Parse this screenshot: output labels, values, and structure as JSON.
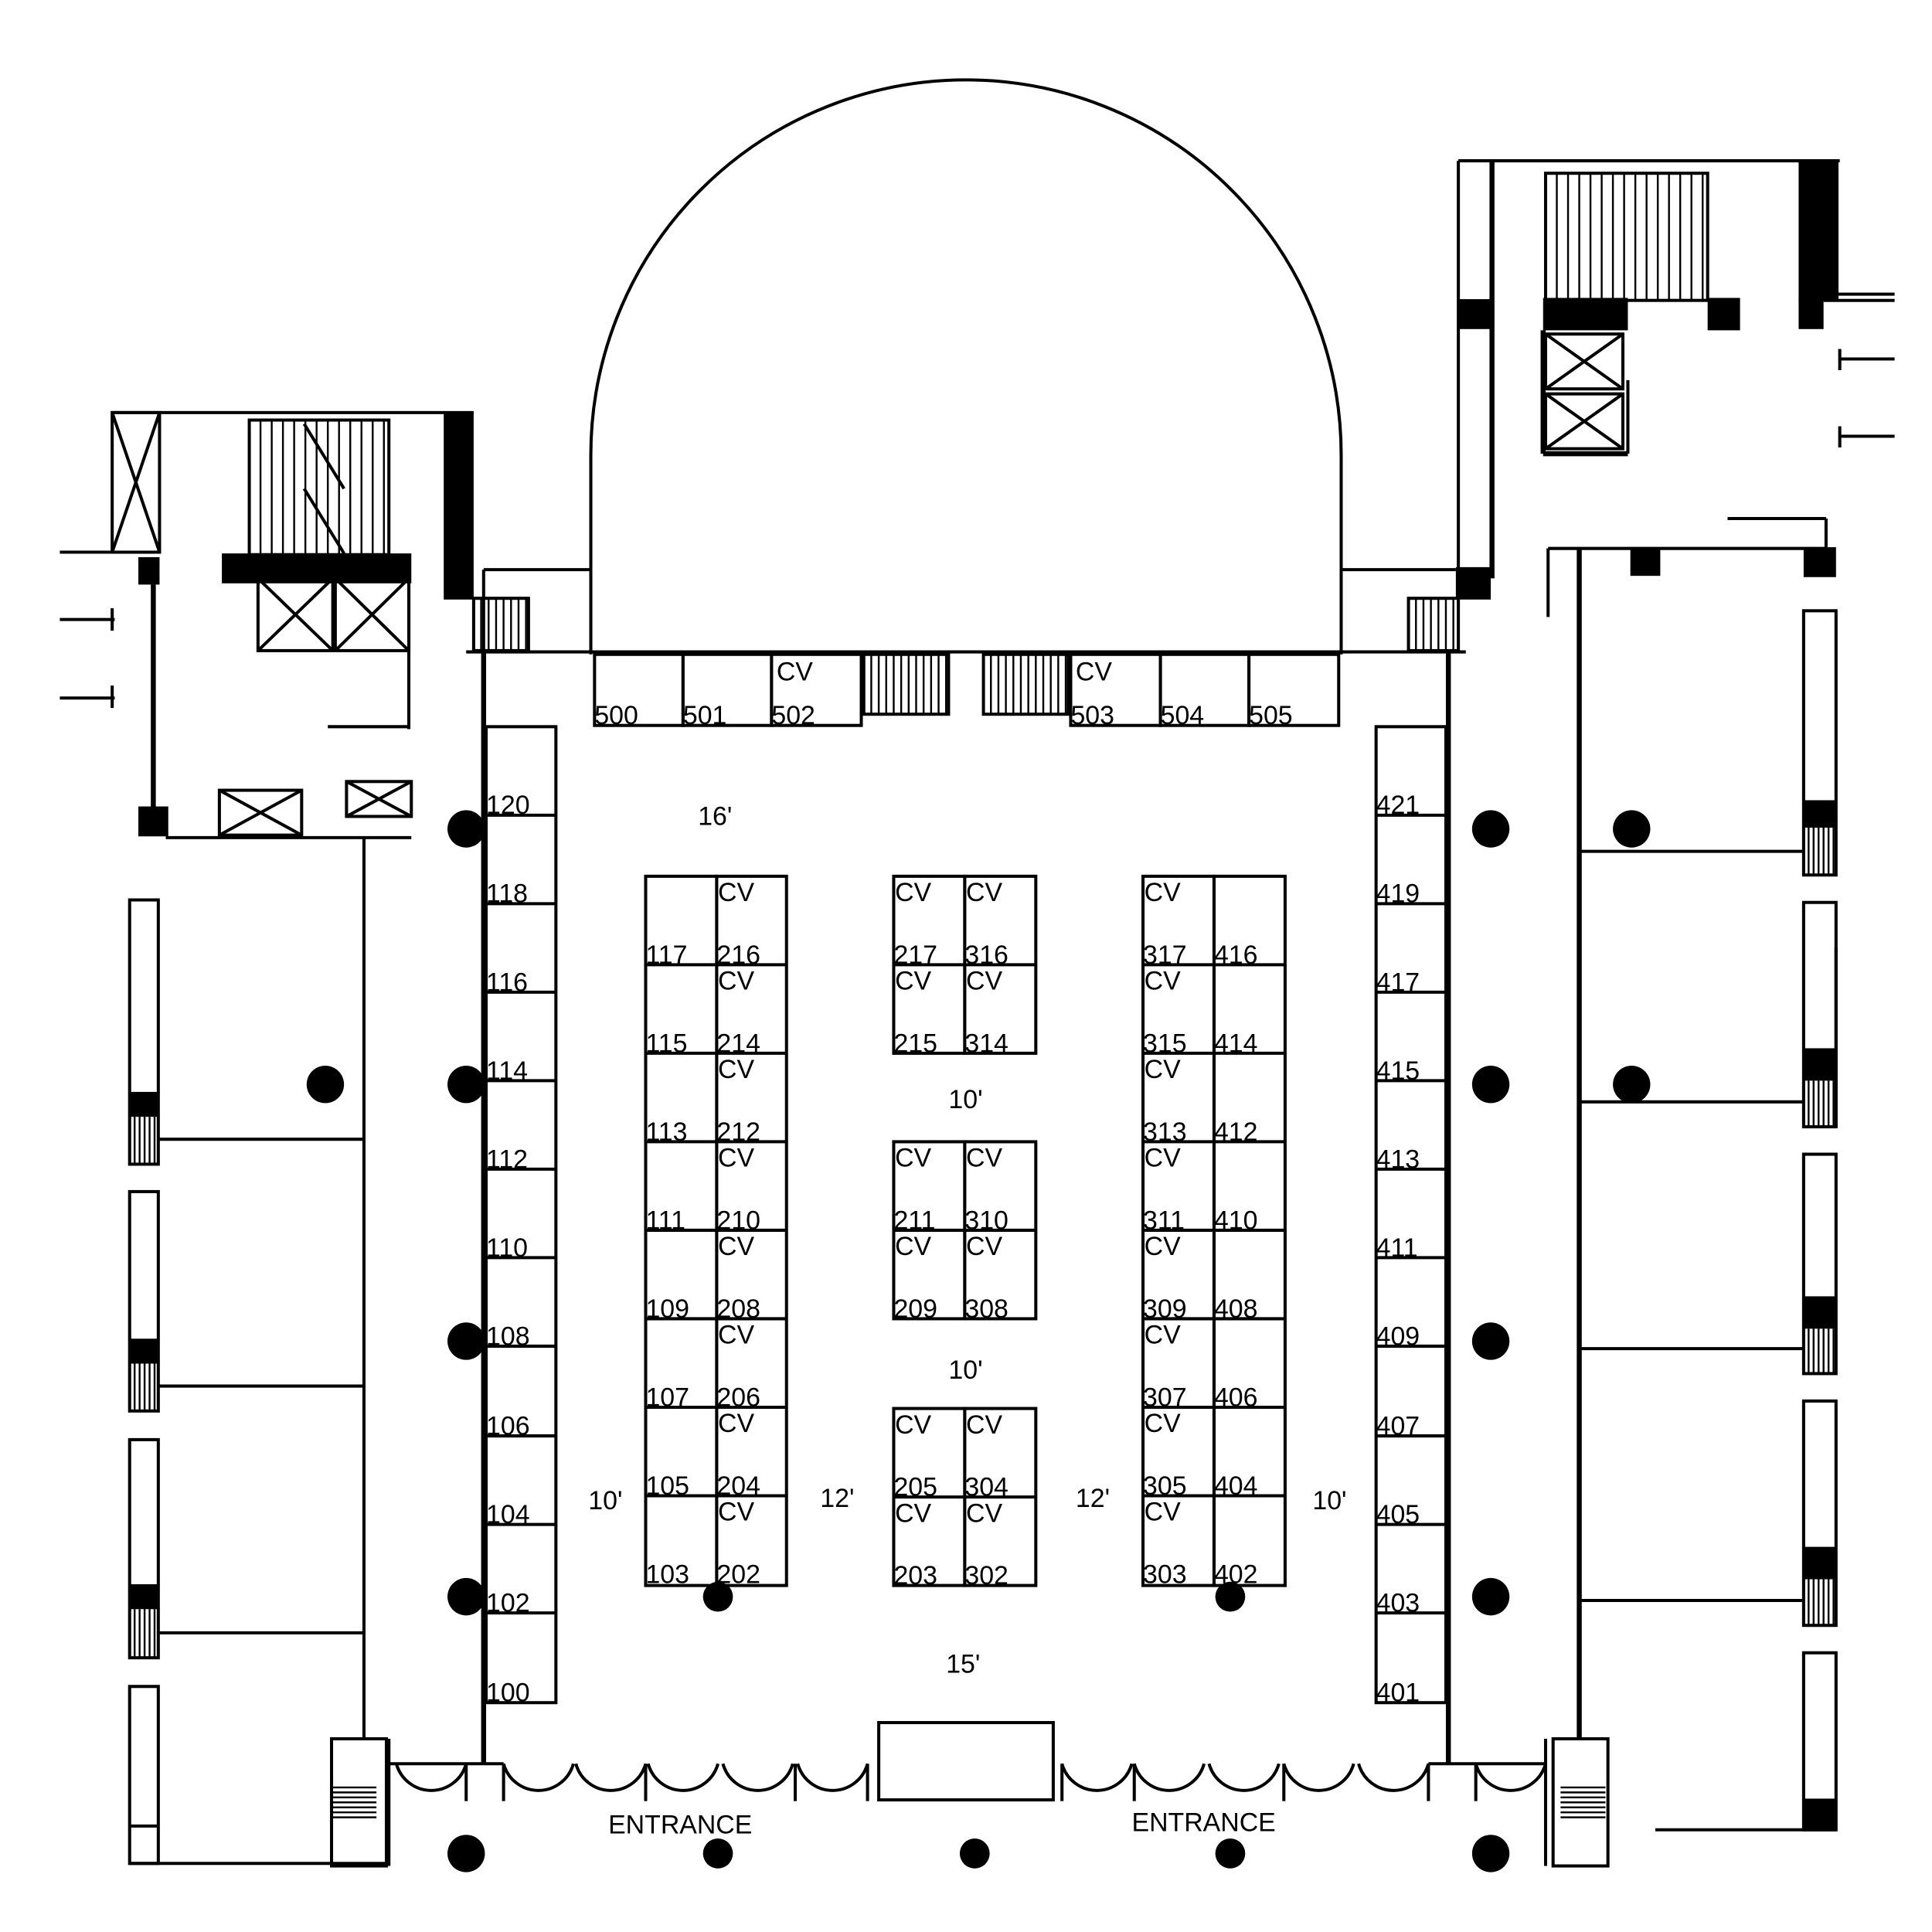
{
  "booth_labels": {
    "top_row": [
      "500",
      "501",
      "502",
      "503",
      "504",
      "505"
    ],
    "left_wall": [
      "120",
      "118",
      "116",
      "114",
      "112",
      "110",
      "108",
      "106",
      "104",
      "102",
      "100"
    ],
    "right_wall": [
      "421",
      "419",
      "417",
      "415",
      "413",
      "411",
      "409",
      "407",
      "405",
      "403",
      "401"
    ],
    "block_a_left": [
      "117",
      "115",
      "113",
      "111",
      "109",
      "107",
      "105",
      "103"
    ],
    "block_a_right": [
      "216",
      "214",
      "212",
      "210",
      "208",
      "206",
      "204",
      "202"
    ],
    "block_b_top_left": [
      "217",
      "215"
    ],
    "block_b_top_right": [
      "316",
      "314"
    ],
    "block_b_mid_left": [
      "211",
      "209"
    ],
    "block_b_mid_right": [
      "310",
      "308"
    ],
    "block_b_bottom_left": [
      "205",
      "203"
    ],
    "block_b_bottom_right": [
      "304",
      "302"
    ],
    "block_c_left": [
      "317",
      "315",
      "313",
      "311",
      "309",
      "307",
      "305",
      "303"
    ],
    "block_c_right": [
      "416",
      "414",
      "412",
      "410",
      "408",
      "406",
      "404",
      "402"
    ]
  },
  "tag": "CV",
  "aisle_widths": {
    "top": "16'",
    "center_upper": "10'",
    "center_lower": "10'",
    "bottom": "15'",
    "left_outer": "10'",
    "left_inner": "12'",
    "right_inner": "12'",
    "right_outer": "10'"
  },
  "entrances": [
    "ENTRANCE",
    "ENTRANCE"
  ]
}
